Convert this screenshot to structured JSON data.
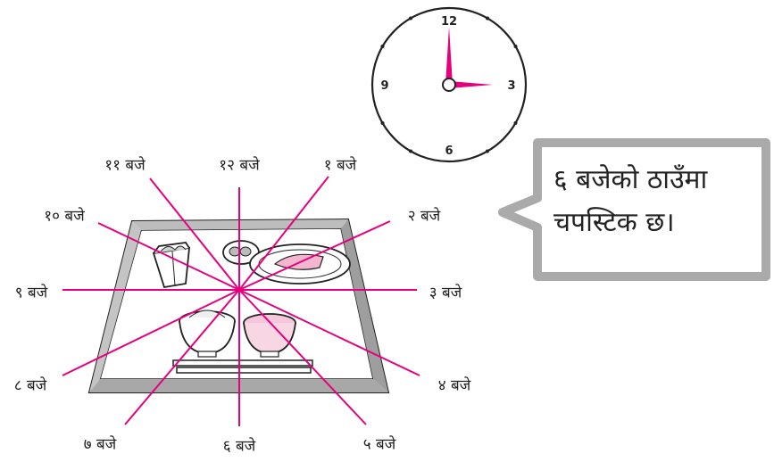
{
  "clock": {
    "numbers": {
      "twelve": "12",
      "three": "3",
      "six": "6",
      "nine": "9"
    },
    "time": "3:00",
    "hand_color": "#e6007e"
  },
  "directions": {
    "d12": "१२ बजे",
    "d1": "१ बजे",
    "d2": "२ बजे",
    "d3": "३ बजे",
    "d4": "४ बजे",
    "d5": "५ बजे",
    "d6": "६ बजे",
    "d7": "७ बजे",
    "d8": "८ बजे",
    "d9": "९ बजे",
    "d10": "१० बजे",
    "d11": "११ बजे"
  },
  "callout": {
    "line1": "६ बजेको ठाउँमा",
    "line2": "चपस्टिक छ।"
  },
  "colors": {
    "line": "#e6007e",
    "tray": "#999999",
    "bubble": "#aaaaaa"
  }
}
